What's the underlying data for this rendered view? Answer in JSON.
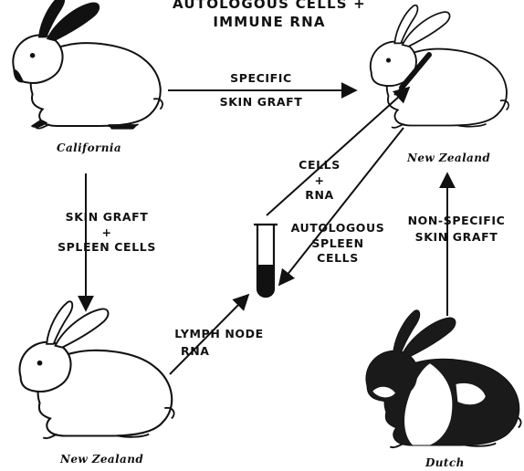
{
  "title": {
    "line1": "AUTOLOGOUS CELLS +",
    "line2": "IMMUNE RNA"
  },
  "rabbits": {
    "california": "California",
    "new_zealand_recipient": "New Zealand",
    "new_zealand_donor": "New Zealand",
    "dutch": "Dutch"
  },
  "labels": {
    "specific_graft": [
      "SPECIFIC",
      "SKIN GRAFT"
    ],
    "skin_graft_spleen": [
      "SKIN GRAFT",
      "+",
      "SPLEEN CELLS"
    ],
    "cells_rna": [
      "CELLS",
      "+",
      "RNA"
    ],
    "autologous_spleen": [
      "AUTOLOGOUS",
      "SPLEEN",
      "CELLS"
    ],
    "nonspecific_graft": [
      "NON-SPECIFIC",
      "SKIN GRAFT"
    ],
    "lymph_node_rna": [
      "LYMPH NODE",
      "RNA"
    ]
  },
  "colors": {
    "ink": "#111111",
    "paper": "#ffffff"
  }
}
